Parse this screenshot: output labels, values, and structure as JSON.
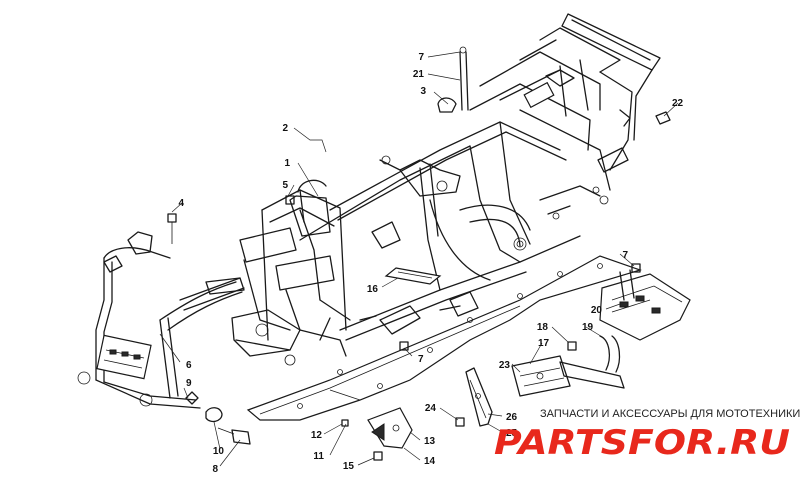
{
  "callouts": [
    {
      "id": "c1",
      "label": "1"
    },
    {
      "id": "c2",
      "label": "2"
    },
    {
      "id": "c3",
      "label": "3"
    },
    {
      "id": "c4",
      "label": "4"
    },
    {
      "id": "c5",
      "label": "5"
    },
    {
      "id": "c6",
      "label": "6"
    },
    {
      "id": "c7a",
      "label": "7"
    },
    {
      "id": "c7b",
      "label": "7"
    },
    {
      "id": "c7c",
      "label": "7"
    },
    {
      "id": "c8",
      "label": "8"
    },
    {
      "id": "c9",
      "label": "9"
    },
    {
      "id": "c10",
      "label": "10"
    },
    {
      "id": "c11",
      "label": "11"
    },
    {
      "id": "c12",
      "label": "12"
    },
    {
      "id": "c13",
      "label": "13"
    },
    {
      "id": "c14",
      "label": "14"
    },
    {
      "id": "c15",
      "label": "15"
    },
    {
      "id": "c16",
      "label": "16"
    },
    {
      "id": "c17",
      "label": "17"
    },
    {
      "id": "c18",
      "label": "18"
    },
    {
      "id": "c19",
      "label": "19"
    },
    {
      "id": "c20",
      "label": "20"
    },
    {
      "id": "c21",
      "label": "21"
    },
    {
      "id": "c22",
      "label": "22"
    },
    {
      "id": "c23",
      "label": "23"
    },
    {
      "id": "c24",
      "label": "24"
    },
    {
      "id": "c25",
      "label": "25"
    },
    {
      "id": "c26",
      "label": "26"
    }
  ],
  "watermark": {
    "tagline": "ЗАПЧАСТИ И АКСЕССУАРЫ ДЛЯ МОТОТЕХНИКИ",
    "logo": "PARTSFOR.RU"
  },
  "colors": {
    "line": "#1a1a1a",
    "logo": "#e8281c"
  }
}
